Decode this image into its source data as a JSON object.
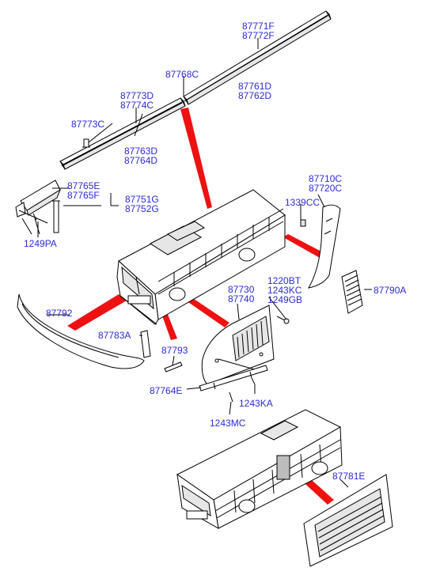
{
  "labels": {
    "p87771F": "87771F",
    "p87772F": "87772F",
    "p87768C": "87768C",
    "p87761D": "87761D",
    "p87762D": "87762D",
    "p87773D": "87773D",
    "p87774C": "87774C",
    "p87773C": "87773C",
    "p87763D": "87763D",
    "p87764D": "87764D",
    "p87765E": "87765E",
    "p87765F": "87765F",
    "p87751G": "87751G",
    "p87752G": "87752G",
    "p1249PA": "1249PA",
    "p87710C": "87710C",
    "p87720C": "87720C",
    "p1339CC": "1339CC",
    "p87792": "87792",
    "p87730": "87730",
    "p87740": "87740",
    "p1220BT": "1220BT",
    "p1243KC": "1243KC",
    "p1249GB": "1249GB",
    "p87790A": "87790A",
    "p87783A": "87783A",
    "p87793": "87793",
    "p87764E": "87764E",
    "p1243KA": "1243KA",
    "p1243MC": "1243MC",
    "p87781E": "87781E"
  },
  "colors": {
    "label_text": "#2b2bd6",
    "callout_wedge": "#ee1111",
    "line_art": "#000000"
  }
}
